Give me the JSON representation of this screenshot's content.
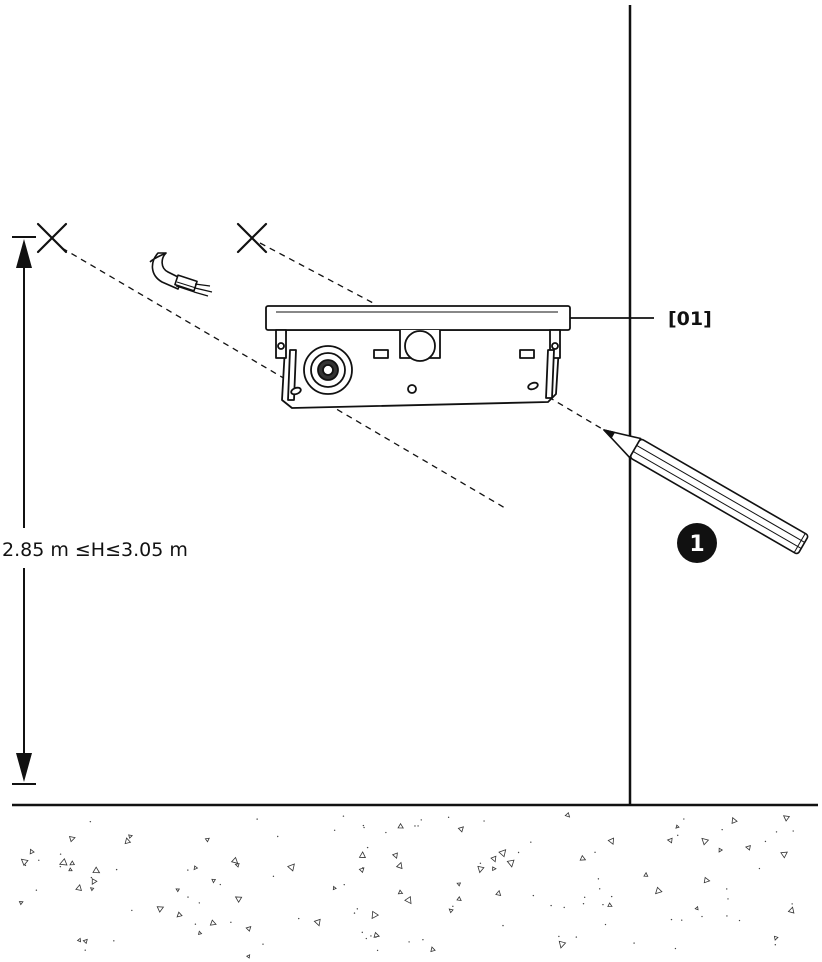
{
  "labels": {
    "part_ref": "[01]",
    "height_range": "2.85 m ≤H≤3.05 m",
    "step_number": "1"
  },
  "colors": {
    "line": "#111111",
    "background": "#ffffff"
  },
  "icons": [
    "mark-x-icon",
    "cable-icon",
    "pencil-icon",
    "device-bracket-icon",
    "step-badge-icon"
  ]
}
